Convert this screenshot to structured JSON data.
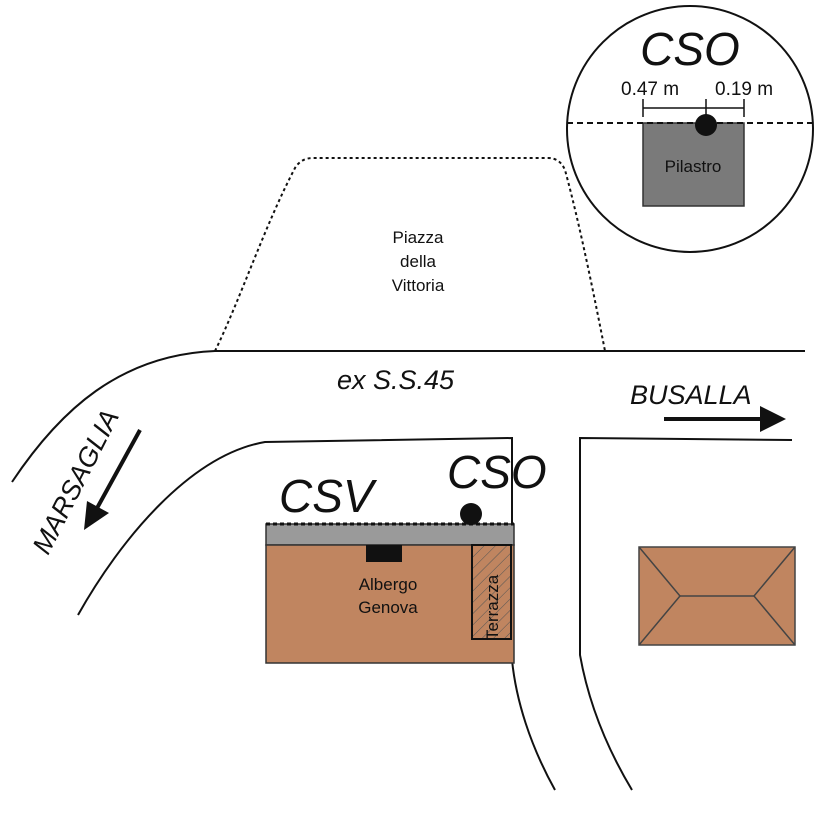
{
  "map": {
    "roads": {
      "ss45": "ex S.S.45",
      "busalla": "BUSALLA",
      "marsaglia": "MARSAGLIA"
    },
    "piazza": {
      "line1": "Piazza",
      "line2": "della",
      "line3": "Vittoria"
    },
    "labels": {
      "csv": "CSV",
      "cso": "CSO",
      "albergo_line1": "Albergo",
      "albergo_line2": "Genova",
      "terrazza": "Terrazza"
    },
    "inset": {
      "title": "CSO",
      "dim_left": "0.47 m",
      "dim_right": "0.19 m",
      "pilastro": "Pilastro"
    },
    "colors": {
      "building": "#c08560",
      "sidewalk": "#9a9a9a",
      "pillar": "#7a7a7a",
      "marker": "#111111"
    }
  }
}
